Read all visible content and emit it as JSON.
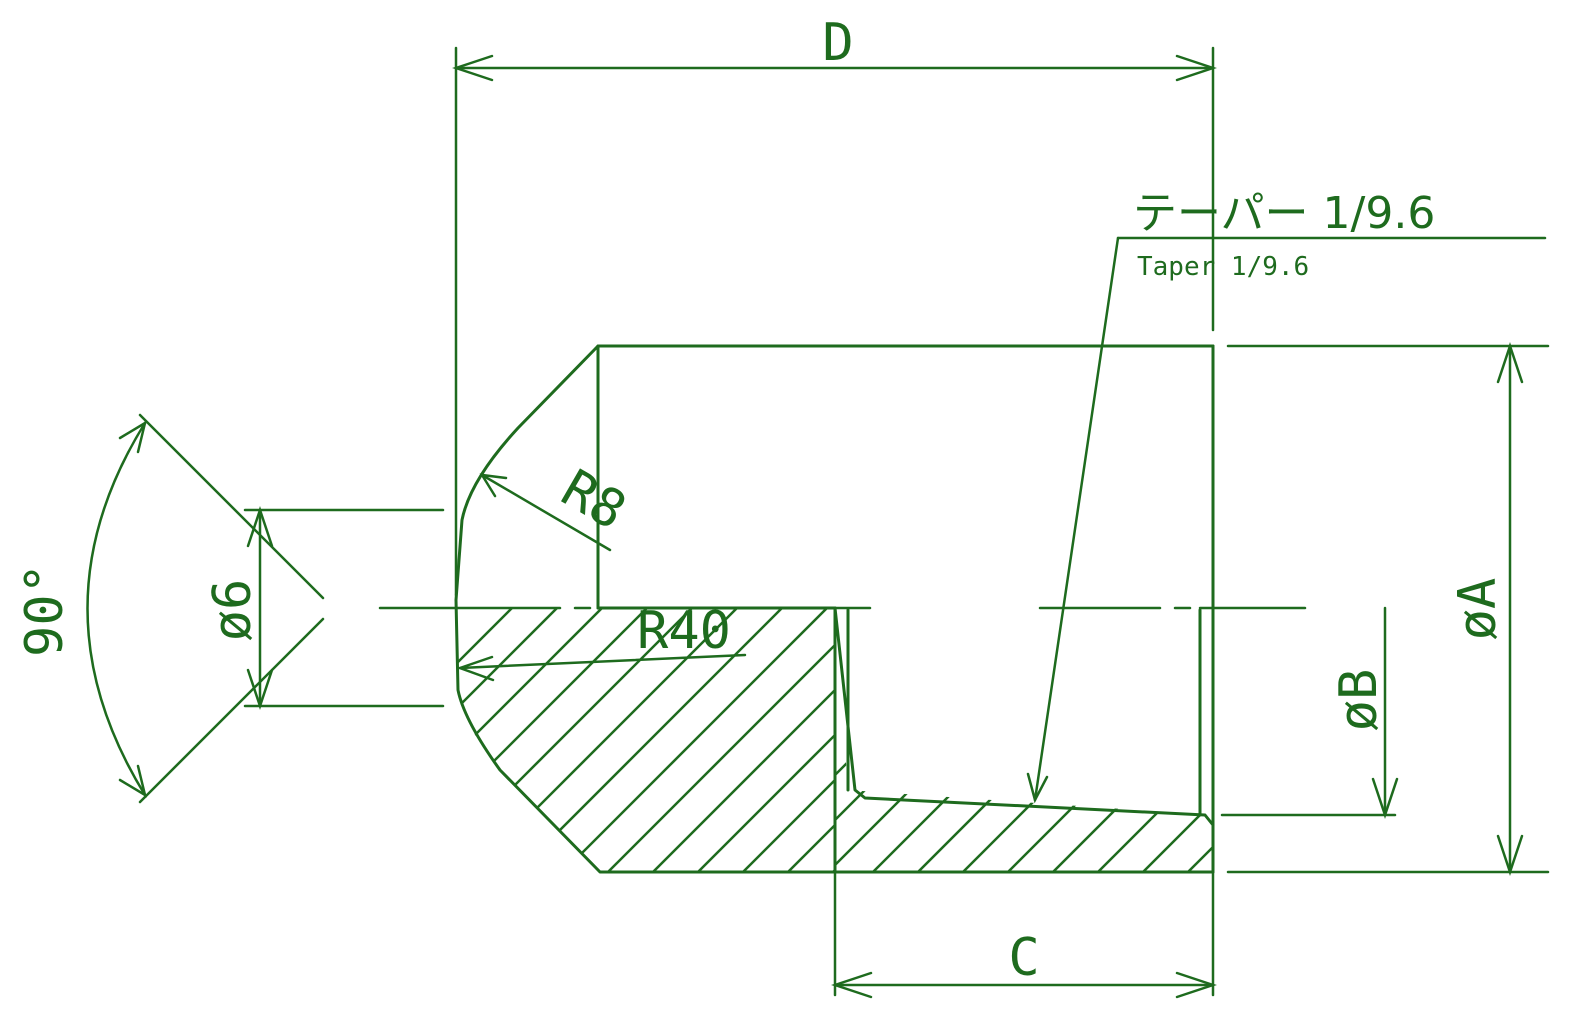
{
  "labels": {
    "D": "D",
    "C": "C",
    "phiA": "øA",
    "phiB": "øB",
    "phi6": "ø6",
    "angle": "90°",
    "R8": "R8",
    "R40": "R40",
    "taper_jp": "テーパー 1/9.6",
    "taper_en": "Taper 1/9.6"
  },
  "colors": {
    "line": "#1e6b1e",
    "background": "#ffffff"
  }
}
